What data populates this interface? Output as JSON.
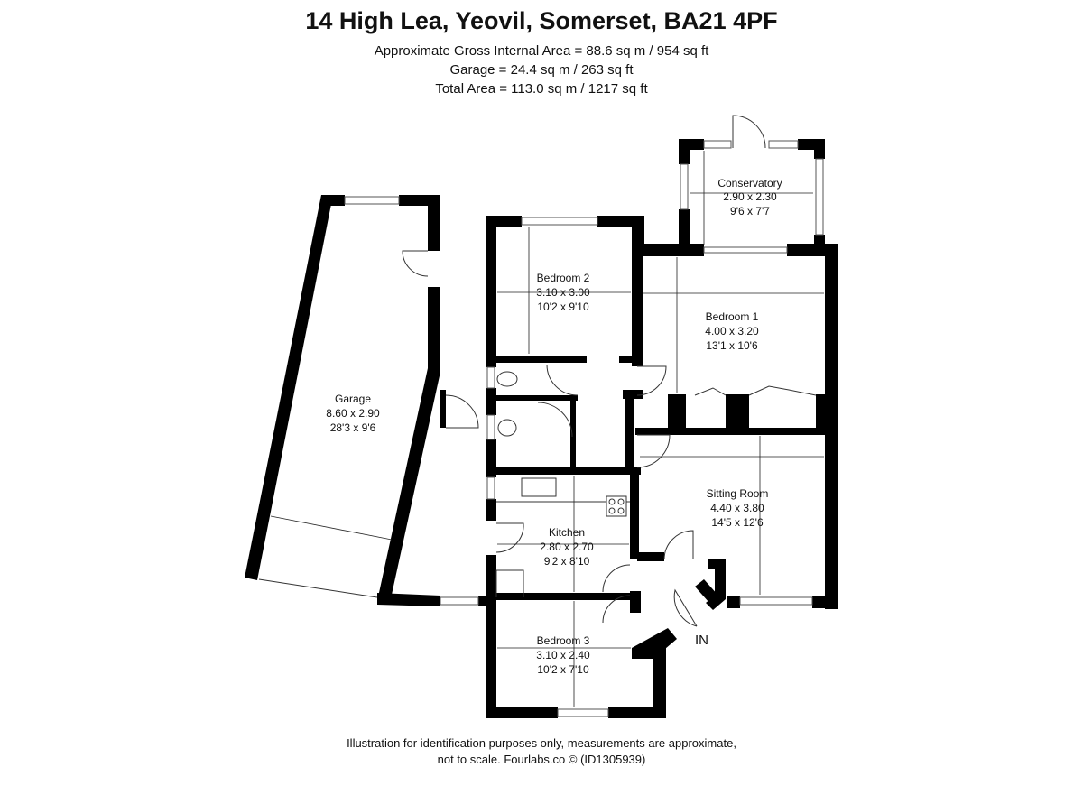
{
  "header": {
    "title": "14 High Lea, Yeovil, Somerset, BA21 4PF",
    "area_gross": "Approximate Gross Internal Area = 88.6 sq m / 954 sq ft",
    "area_garage": "Garage = 24.4 sq m / 263 sq ft",
    "area_total": "Total Area = 113.0 sq m / 1217 sq ft"
  },
  "rooms": {
    "garage": {
      "name": "Garage",
      "metric": "8.60 x 2.90",
      "imperial": "28'3 x 9'6"
    },
    "bedroom2": {
      "name": "Bedroom 2",
      "metric": "3.10 x 3.00",
      "imperial": "10'2 x 9'10"
    },
    "conservatory": {
      "name": "Conservatory",
      "metric": "2.90 x 2.30",
      "imperial": "9'6 x 7'7"
    },
    "bedroom1": {
      "name": "Bedroom 1",
      "metric": "4.00 x 3.20",
      "imperial": "13'1 x 10'6"
    },
    "sitting": {
      "name": "Sitting Room",
      "metric": "4.40 x 3.80",
      "imperial": "14'5 x 12'6"
    },
    "kitchen": {
      "name": "Kitchen",
      "metric": "2.80 x 2.70",
      "imperial": "9'2 x 8'10"
    },
    "bedroom3": {
      "name": "Bedroom 3",
      "metric": "3.10 x 2.40",
      "imperial": "10'2 x 7'10"
    }
  },
  "entrance_label": "IN",
  "footer": {
    "line1": "Illustration for identification purposes only, measurements are approximate,",
    "line2": "not to scale. Fourlabs.co © (ID1305939)"
  }
}
